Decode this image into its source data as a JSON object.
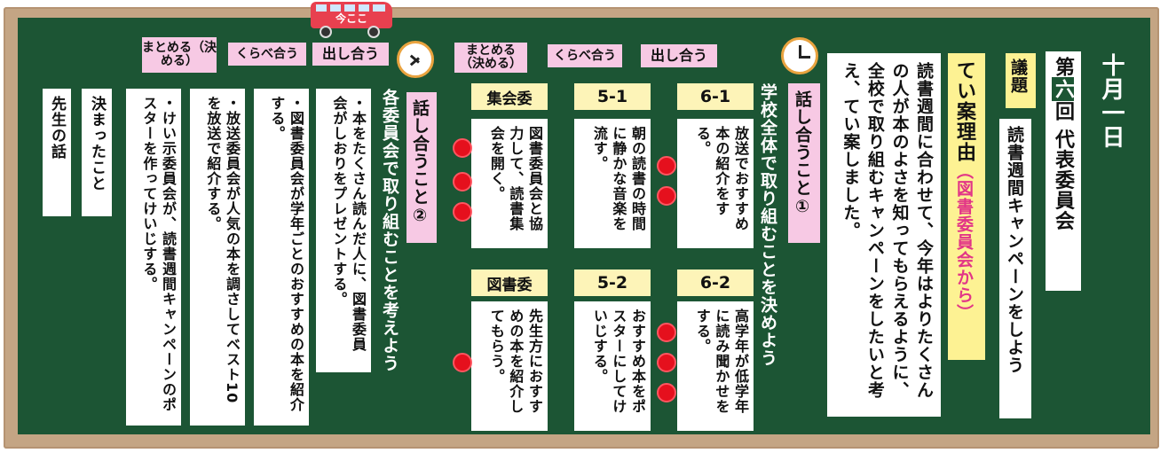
{
  "date": "十月一日",
  "meeting": {
    "prefix": "第",
    "number": "六",
    "suffix": "回 代表委員会"
  },
  "agenda": {
    "label": "議題",
    "text": "読書週間キャンペーンをしよう"
  },
  "reason": {
    "label": "てい案理由",
    "source": "（図書委員会から）",
    "text": "読書週間に合わせて、今年はよりたくさんの人が本のよさを知ってもらえるように、全校で取り組むキャンペーンをしたいと考え、てい案しました。"
  },
  "discussion1": {
    "label": "話し合うこと①",
    "text": "学校全体で取り組むことを決めよう"
  },
  "discussion2": {
    "label": "話し合うこと②",
    "text": "各委員会で取り組むことを考えよう"
  },
  "steps_right": [
    "まとめる（決める）",
    "くらべ合う",
    "出し合う"
  ],
  "steps_left": [
    "まとめる（決める）",
    "くらべ合う",
    "出し合う"
  ],
  "bus": {
    "label": "今ここ"
  },
  "proposals": [
    {
      "header": "6-1",
      "text": "放送でおすすめ本の紹介をする。",
      "dots": 2
    },
    {
      "header": "5-1",
      "text": "朝の読書の時間に静かな音楽を流す。",
      "dots": 0
    },
    {
      "header": "集会委",
      "text": "図書委員会と協力して、読書集会を開く。",
      "dots": 3
    },
    {
      "header": "6-2",
      "text": "高学年が低学年に読み聞かせをする。",
      "dots": 3
    },
    {
      "header": "5-2",
      "text": "おすすめ本をポスターにしてけいじする。",
      "dots": 0
    },
    {
      "header": "図書委",
      "text": "先生方におすすめの本を紹介してもらう。",
      "dots": 1
    }
  ],
  "committee_items": [
    "・本をたくさん読んだ人に、図書委員会がしおりをプレゼントする。",
    "・図書委員会が学年ごとのおすすめの本を紹介する。",
    "・放送委員会が人気の本を調さしてベスト10を放送で紹介する。",
    "・けい示委員会が、読書週間キャンペーンのポスターを作ってけいじする。"
  ],
  "decided": "決まったこと",
  "teacher": "先生の話",
  "colors": {
    "board": "#1c5534",
    "frame": "#c4a584",
    "chip": "#f7c9e4",
    "header": "#fdf4b8",
    "dot": "#e5101d",
    "reason_bg": "#fdf293",
    "reason_accent": "#e23587",
    "bus": "#e8404f"
  }
}
